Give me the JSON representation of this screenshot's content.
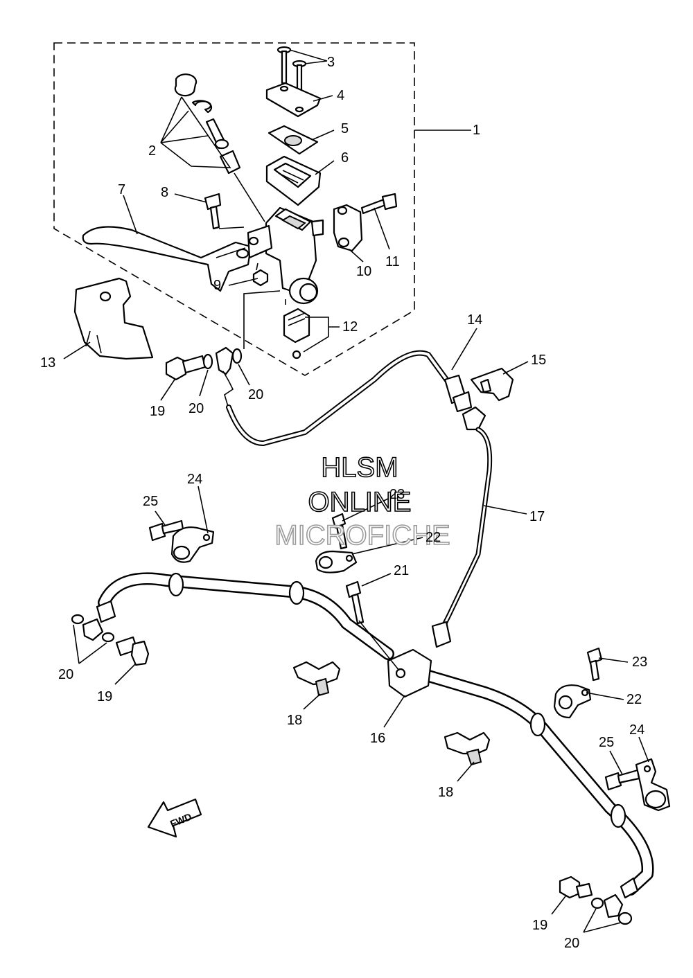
{
  "callouts": [
    {
      "id": "1",
      "label": "1"
    },
    {
      "id": "2",
      "label": "2"
    },
    {
      "id": "3",
      "label": "3"
    },
    {
      "id": "4",
      "label": "4"
    },
    {
      "id": "5",
      "label": "5"
    },
    {
      "id": "6",
      "label": "6"
    },
    {
      "id": "7",
      "label": "7"
    },
    {
      "id": "8",
      "label": "8"
    },
    {
      "id": "9",
      "label": "9"
    },
    {
      "id": "10",
      "label": "10"
    },
    {
      "id": "11",
      "label": "11"
    },
    {
      "id": "12",
      "label": "12"
    },
    {
      "id": "13",
      "label": "13"
    },
    {
      "id": "14",
      "label": "14"
    },
    {
      "id": "15",
      "label": "15"
    },
    {
      "id": "16",
      "label": "16"
    },
    {
      "id": "17",
      "label": "17"
    },
    {
      "id": "18",
      "label": "18"
    },
    {
      "id": "19",
      "label": "19"
    },
    {
      "id": "20",
      "label": "20"
    },
    {
      "id": "21",
      "label": "21"
    },
    {
      "id": "22",
      "label": "22"
    },
    {
      "id": "23",
      "label": "23"
    },
    {
      "id": "24",
      "label": "24"
    },
    {
      "id": "25",
      "label": "25"
    }
  ],
  "watermark": {
    "line1": "HLSM",
    "line2": "ONLINE",
    "line3": "MICROFICHE"
  },
  "direction_marker": {
    "label": "FWD"
  }
}
